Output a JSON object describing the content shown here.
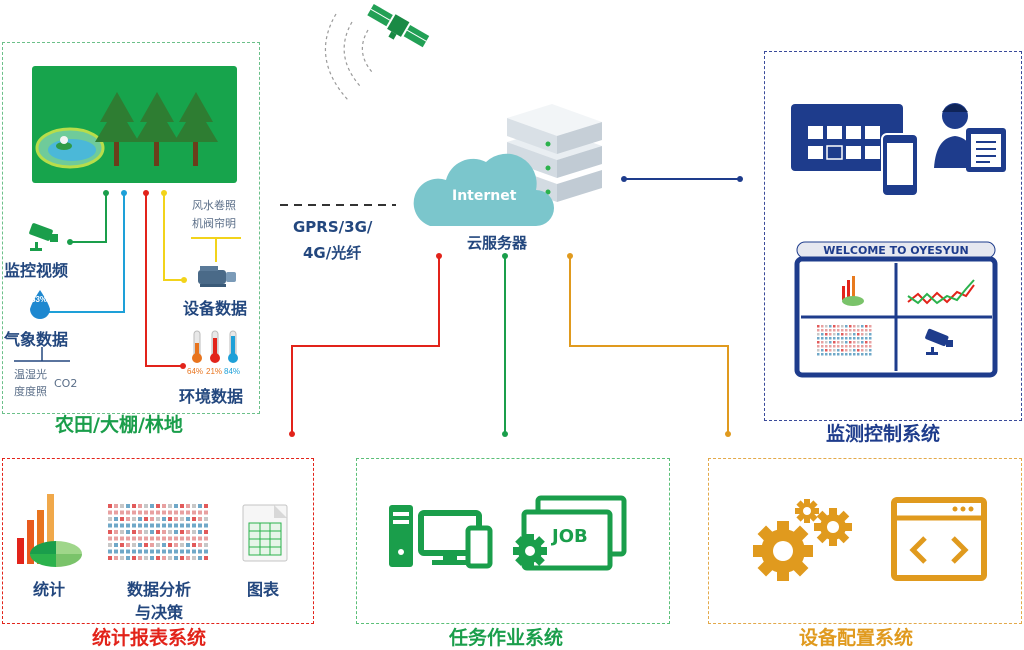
{
  "farm": {
    "title": "农田/大棚/林地",
    "video_label": "监控视频",
    "weather_label": "气象数据",
    "device_label": "设备数据",
    "env_label": "环境数据",
    "humidity_badge": "53%",
    "sensor_text_1": "温湿光",
    "sensor_text_2": "度度照",
    "sensor_co2": "CO2",
    "device_text_1": "风水卷照",
    "device_text_2": "机阀帘明",
    "thermo_values": [
      "64%",
      "21%",
      "84%"
    ]
  },
  "network": {
    "line1": "GPRS/3G/",
    "line2": "4G/光纤"
  },
  "cloud": {
    "internet": "Internet",
    "server_label": "云服务器"
  },
  "monitor": {
    "title": "监测控制系统",
    "welcome": "WELCOME TO OYESYUN"
  },
  "stats": {
    "title": "统计报表系统",
    "item1": "统计",
    "item2_line1": "数据分析",
    "item2_line2": "与决策",
    "item3": "图表"
  },
  "task": {
    "title": "任务作业系统",
    "job": "JOB"
  },
  "config": {
    "title": "设备配置系统"
  },
  "colors": {
    "green": "#1a9e4b",
    "blue": "#1e3c8c",
    "red": "#e2231a",
    "orange": "#e09a1e",
    "teal": "#7bc6cc",
    "text_blue": "#23477e"
  }
}
